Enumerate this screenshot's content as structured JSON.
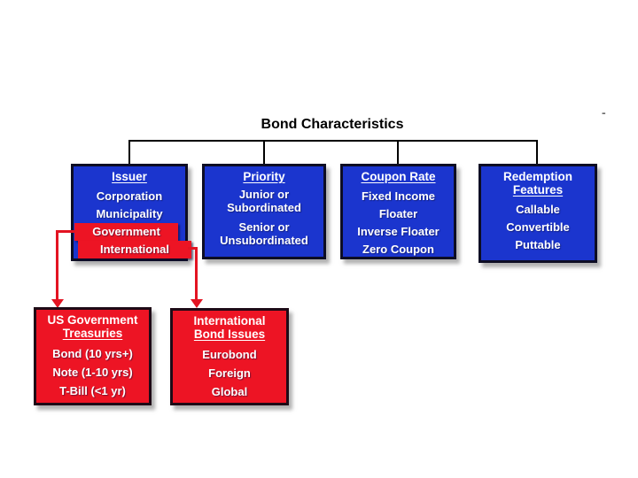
{
  "page": {
    "background": "#ffffff",
    "stray_mark": "-"
  },
  "title": "Bond Characteristics",
  "colors": {
    "page_bg": "#ffffff",
    "box_blue": "#1b35ce",
    "box_red": "#ed1424",
    "highlight_red": "#ed1424",
    "arrow_red": "#e31422",
    "connector_black": "#000000",
    "box_border": "#0d0d24",
    "text_white": "#ffffff",
    "title_black": "#000000"
  },
  "branches": [
    {
      "title": "Issuer",
      "items": [
        "Corporation",
        "Municipality",
        "Government",
        "International"
      ],
      "highlighted_items": [
        "Government",
        "International"
      ]
    },
    {
      "title": "Priority",
      "items": [
        "Junior or Subordinated",
        "Senior or Unsubordinated"
      ]
    },
    {
      "title": "Coupon Rate",
      "items": [
        "Fixed Income",
        "Floater",
        "Inverse Floater",
        "Zero Coupon"
      ]
    },
    {
      "title": "Redemption",
      "title_underlined": "Features",
      "items": [
        "Callable",
        "Convertible",
        "Puttable"
      ]
    }
  ],
  "callouts": [
    {
      "linked_from": "Government",
      "title": "US Government",
      "title_underlined": "Treasuries",
      "items": [
        "Bond (10 yrs+)",
        "Note (1-10 yrs)",
        "T-Bill (<1 yr)"
      ]
    },
    {
      "linked_from": "International",
      "title": "International",
      "title_underlined": "Bond Issues",
      "items": [
        "Eurobond",
        "Foreign",
        "Global"
      ]
    }
  ]
}
